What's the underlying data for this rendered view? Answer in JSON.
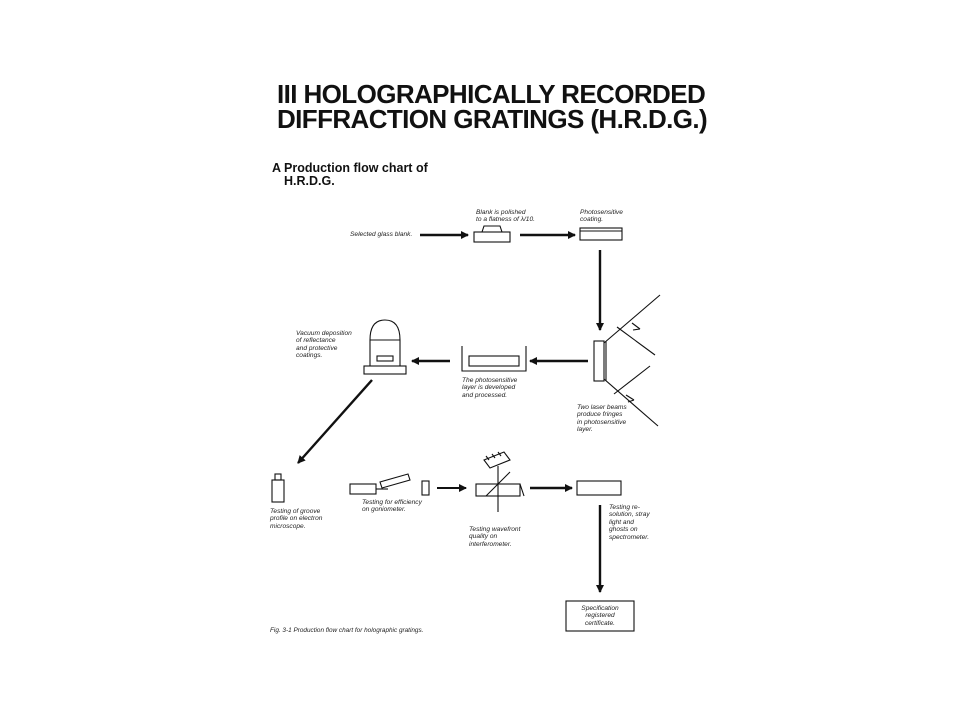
{
  "title": {
    "line1": "III HOLOGRAPHICALLY RECORDED",
    "line2": "DIFFRACTION GRATINGS (H.R.D.G.)"
  },
  "subtitle": {
    "label": "A",
    "line1": "Production flow chart of",
    "line2": "H.R.D.G."
  },
  "steps": {
    "selected_blank": "Selected glass blank.",
    "polish_1": "Blank is polished",
    "polish_2": "to a flatness of λ/10.",
    "coating_1": "Photosensitive",
    "coating_2": "coating.",
    "laser_1": "Two laser beams",
    "laser_2": "produce fringes",
    "laser_3": "in photosensitive",
    "laser_4": "layer.",
    "develop_1": "The photosensitive",
    "develop_2": "layer is developed",
    "develop_3": "and processed.",
    "vacuum_1": "Vacuum deposition",
    "vacuum_2": "of reflectance",
    "vacuum_3": "and protective",
    "vacuum_4": "coatings.",
    "groove_1": "Testing of groove",
    "groove_2": "profile on electron",
    "groove_3": "microscope.",
    "efficiency_1": "Testing for efficiency",
    "efficiency_2": "on goniometer.",
    "wavefront_1": "Testing wavefront",
    "wavefront_2": "quality on",
    "wavefront_3": "interferometer.",
    "spectro_1": "Testing re-",
    "spectro_2": "solution, stray",
    "spectro_3": "light and",
    "spectro_4": "ghosts on",
    "spectro_5": "spectrometer.",
    "cert_1": "Specification",
    "cert_2": "registered",
    "cert_3": "certificate."
  },
  "figure_caption": "Fig.  3-1 Production flow chart for holographic gratings."
}
